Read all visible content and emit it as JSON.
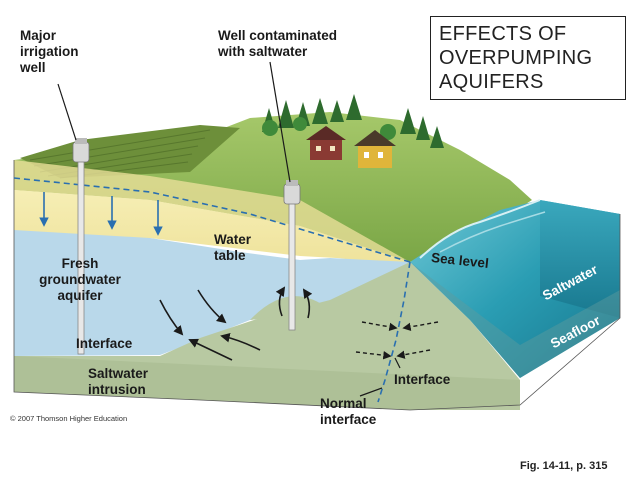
{
  "title": {
    "lines": [
      "EFFECTS OF",
      "OVERPUMPING",
      "AQUIFERS"
    ]
  },
  "labels": {
    "major_irrigation_well": [
      "Major",
      "irrigation",
      "well"
    ],
    "well_contaminated": [
      "Well contaminated",
      "with saltwater"
    ],
    "water_table": [
      "Water",
      "table"
    ],
    "fresh_groundwater_aquifer": [
      "Fresh",
      "groundwater",
      "aquifer"
    ],
    "interface_left": "Interface",
    "saltwater_intrusion": [
      "Saltwater",
      "intrusion"
    ],
    "normal_interface": [
      "Normal",
      "interface"
    ],
    "interface_right": "Interface",
    "sea_level": "Sea level",
    "saltwater": "Saltwater",
    "seafloor": "Seafloor"
  },
  "credits": {
    "copyright": "© 2007 Thomson Higher Education",
    "figure_ref": "Fig. 14-11, p. 315"
  },
  "colors": {
    "freshwater": "#b9d8ea",
    "saltwater_ground": "#b8c9a2",
    "sand": "#f3e9a6",
    "grass": "#8dba5a",
    "sea": "#1f8fa6",
    "arrow_blue": "#2a6fb0",
    "dashed_line": "#2a6fb0"
  }
}
